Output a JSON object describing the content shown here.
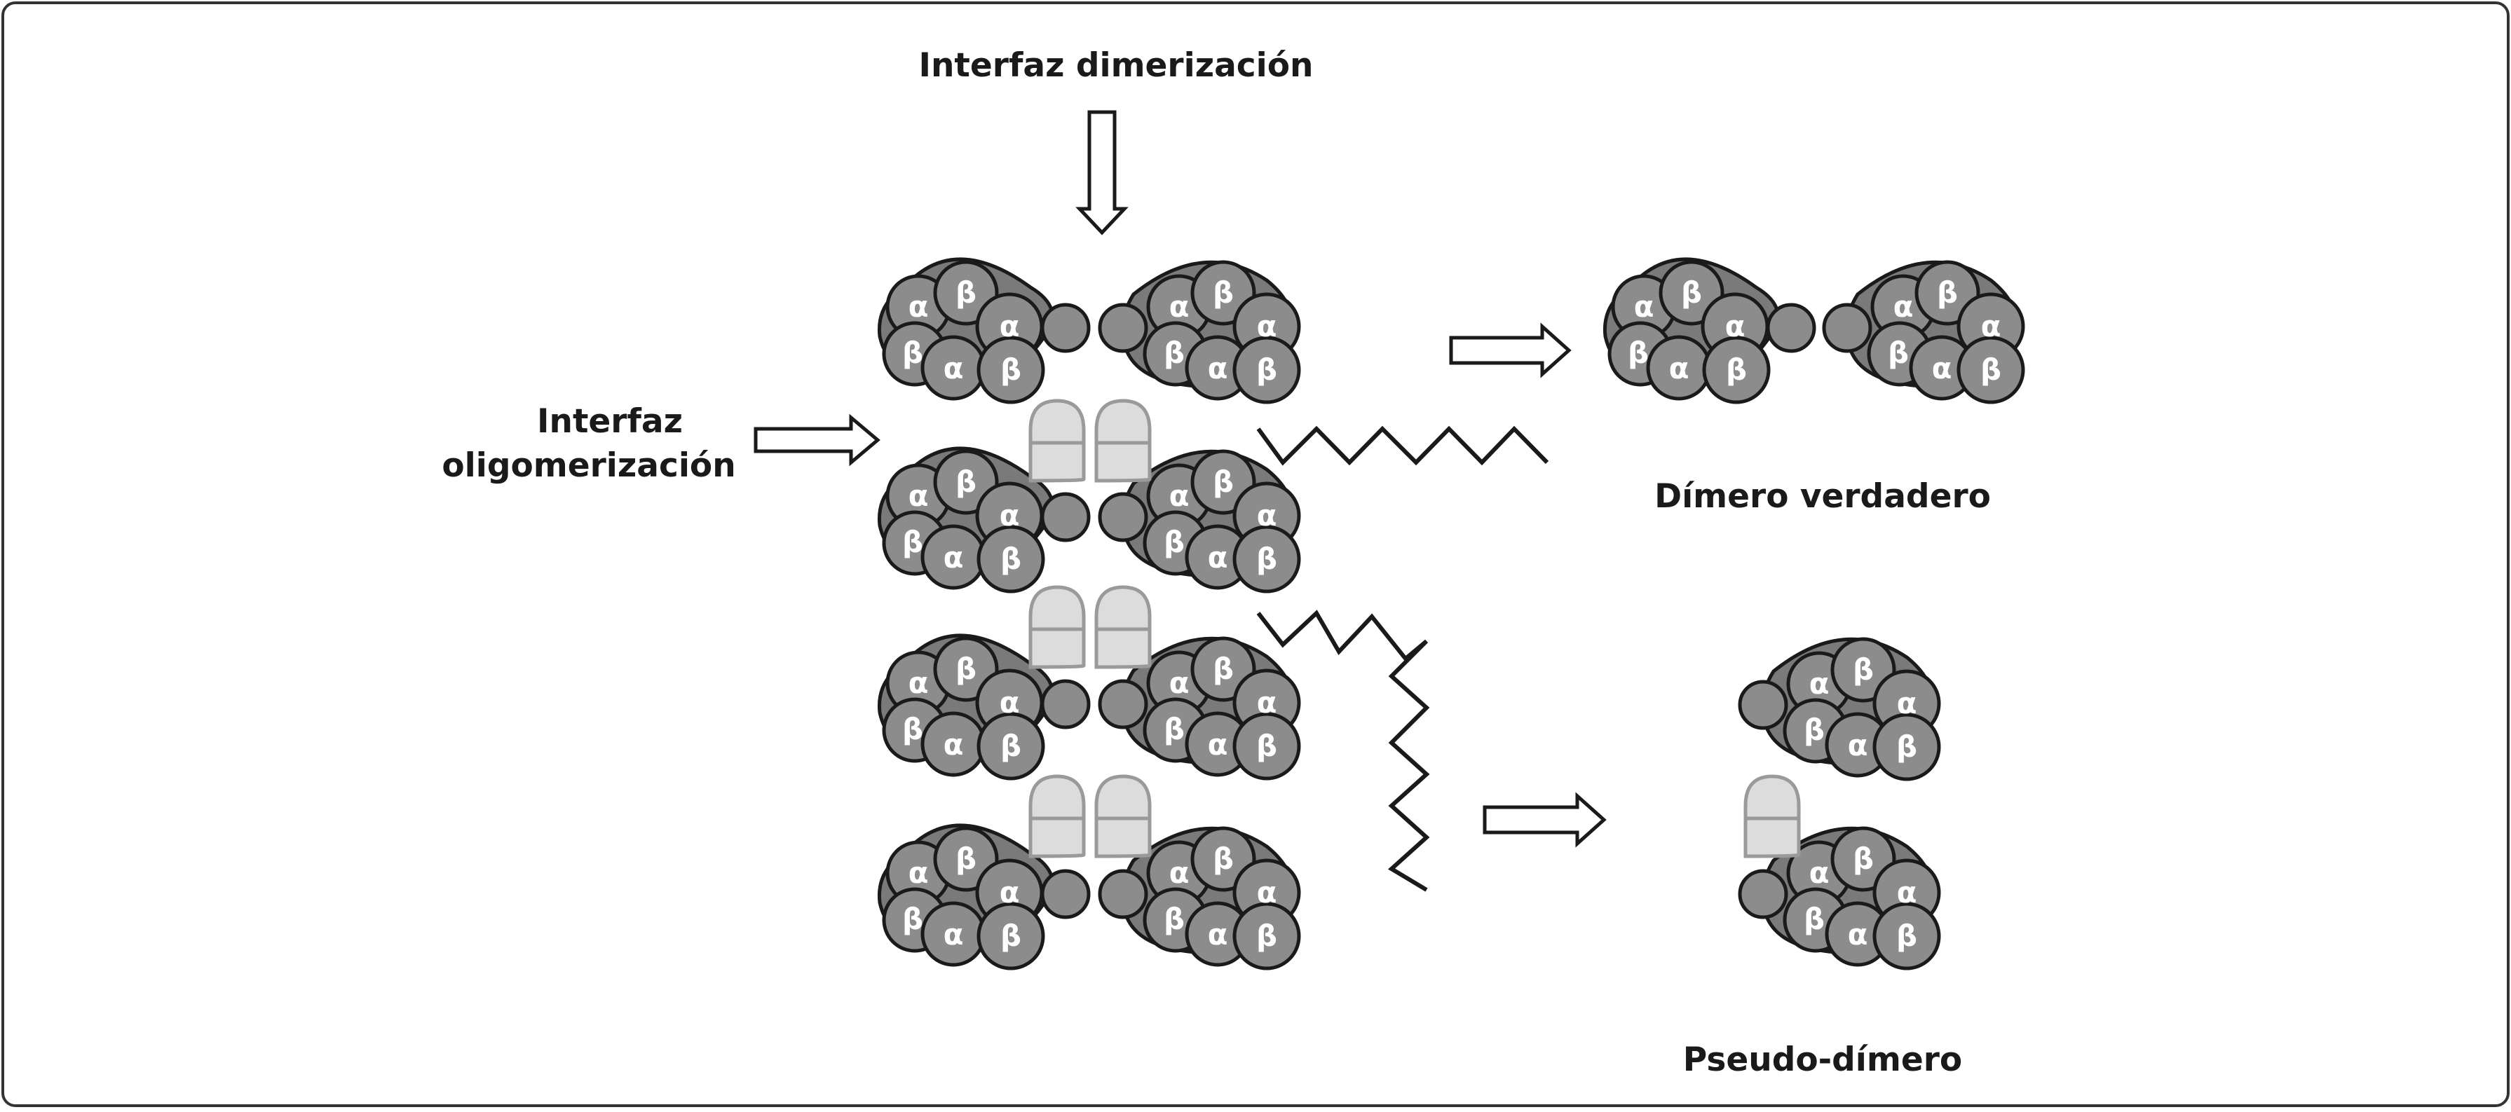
{
  "labels": {
    "dimer_interface": "Interfaz dimerización",
    "oligo_interface_line1": "Interfaz",
    "oligo_interface_line2": "oligomerización",
    "true_dimer": "Dímero verdadero",
    "pseudo_dimer": "Pseudo-dímero"
  },
  "subunits": {
    "alpha": "α",
    "beta": "β"
  },
  "colors": {
    "subunit_fill": "#8c8c8c",
    "outline": "#1a1a1a",
    "capsule_fill": "#dcdcdc",
    "capsule_stroke": "#9a9a9a",
    "text_on_subunit": "#ffffff"
  }
}
